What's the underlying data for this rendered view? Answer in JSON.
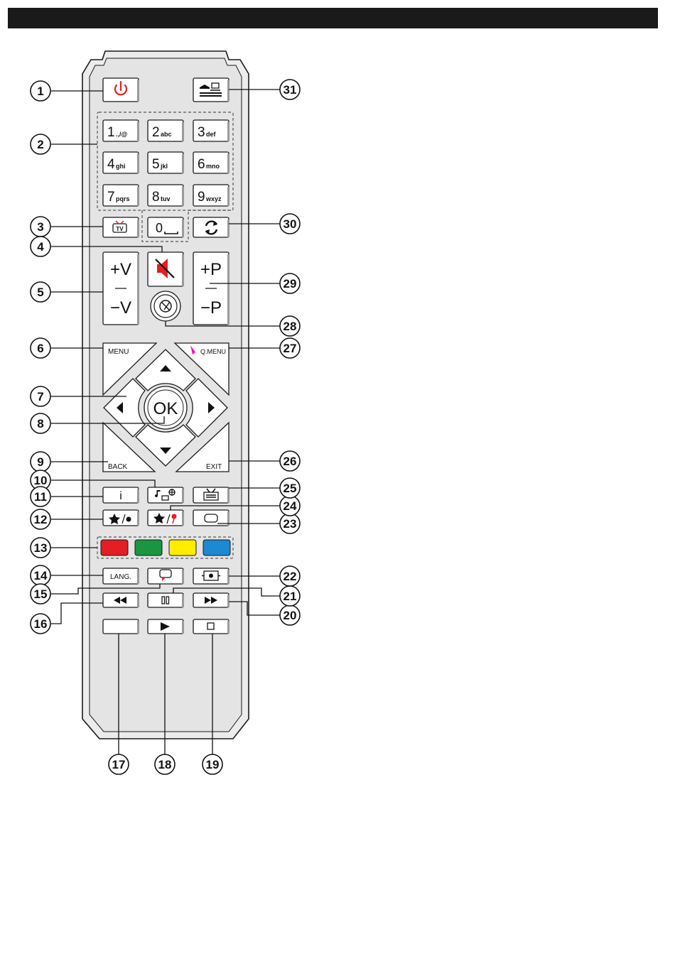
{
  "remote": {
    "digits": [
      {
        "main": "1",
        "sub": ".,/@"
      },
      {
        "main": "2",
        "sub": "abc"
      },
      {
        "main": "3",
        "sub": "def"
      },
      {
        "main": "4",
        "sub": "ghi"
      },
      {
        "main": "5",
        "sub": "jkl"
      },
      {
        "main": "6",
        "sub": "mno"
      },
      {
        "main": "7",
        "sub": "pqrs"
      },
      {
        "main": "8",
        "sub": "tuv"
      },
      {
        "main": "9",
        "sub": "wxyz"
      }
    ],
    "zero_label": "0",
    "tv_label": "TV",
    "vol_up": "+V",
    "vol_down": "−V",
    "prog_up": "+P",
    "prog_down": "−P",
    "menu_label": "MENU",
    "qmenu_label": "Q.MENU",
    "back_label": "BACK",
    "exit_label": "EXIT",
    "ok_label": "OK",
    "info_label": "i",
    "lang_label": "LANG.",
    "colors": {
      "red": "#e31e24",
      "green": "#1a9641",
      "yellow": "#ffed00",
      "blue": "#1e88d2",
      "accent_red": "#e31e24",
      "magenta": "#ff00cc"
    },
    "icons": [
      "power-icon",
      "source-icon",
      "tv-icon",
      "mute-icon",
      "swap-icon",
      "netflix-icon",
      "info-icon",
      "media-browser-icon",
      "text-icon",
      "favourite-icon",
      "bookmark-icon",
      "subtitle-icon",
      "screen-icon",
      "rewind-icon",
      "pause-icon",
      "fast-forward-icon",
      "play-icon",
      "stop-icon"
    ]
  },
  "callouts": [
    "1",
    "2",
    "3",
    "4",
    "5",
    "6",
    "7",
    "8",
    "9",
    "10",
    "11",
    "12",
    "13",
    "14",
    "15",
    "16",
    "17",
    "18",
    "19",
    "20",
    "21",
    "22",
    "23",
    "24",
    "25",
    "26",
    "27",
    "28",
    "29",
    "30",
    "31"
  ]
}
